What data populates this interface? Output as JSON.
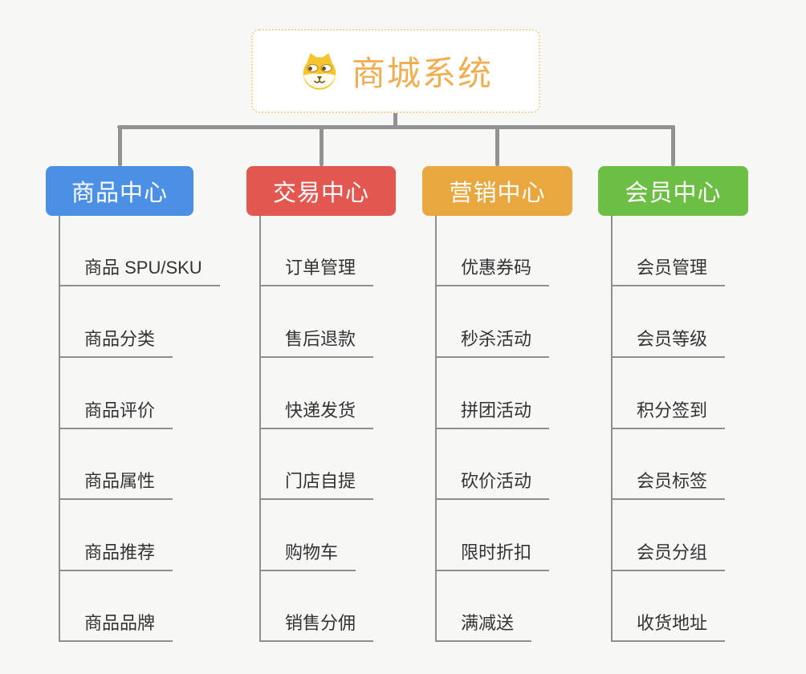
{
  "colors": {
    "background": "#F7F7F6",
    "connector": "#929292",
    "leaf_line": "#8F8F8F",
    "leaf_text": "#333333",
    "header_text": "#FFFFFF"
  },
  "root": {
    "title": "商城系统",
    "icon": "dog-face-icon",
    "title_color": "#F0AE52",
    "border_color": "#F3D39B",
    "background": "#FFFFFF"
  },
  "branches": [
    {
      "slug": "product-center",
      "label": "商品中心",
      "color": "#4B90E4",
      "children": [
        "商品 SPU/SKU",
        "商品分类",
        "商品评价",
        "商品属性",
        "商品推荐",
        "商品品牌"
      ]
    },
    {
      "slug": "trade-center",
      "label": "交易中心",
      "color": "#E2574F",
      "children": [
        "订单管理",
        "售后退款",
        "快递发货",
        "门店自提",
        "购物车",
        "销售分佣"
      ]
    },
    {
      "slug": "marketing-center",
      "label": "营销中心",
      "color": "#E9A83F",
      "children": [
        "优惠券码",
        "秒杀活动",
        "拼团活动",
        "砍价活动",
        "限时折扣",
        "满减送"
      ]
    },
    {
      "slug": "member-center",
      "label": "会员中心",
      "color": "#6DBE45",
      "children": [
        "会员管理",
        "会员等级",
        "积分签到",
        "会员标签",
        "会员分组",
        "收货地址"
      ]
    }
  ]
}
